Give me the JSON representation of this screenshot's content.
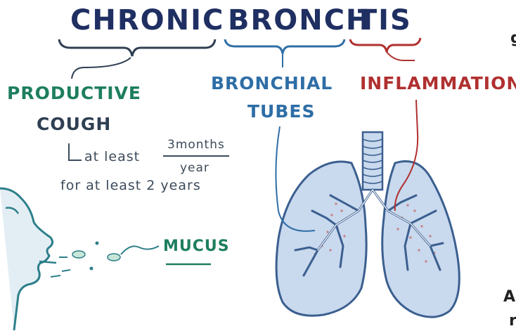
{
  "title": {
    "word1": "CHRONIC",
    "word2": "BRONCH",
    "word3": "ITIS"
  },
  "left": {
    "symptom_line1": "PRODUCTIVE",
    "symptom_line2": "COUGH",
    "duration_prefix": "at least",
    "fraction_numerator": "3months",
    "fraction_denominator": "year",
    "duration_suffix": "for at least 2 years",
    "mucus_label": "MUCUS"
  },
  "right": {
    "bronchial_line1": "BRONCHIAL",
    "bronchial_line2": "TUBES",
    "inflammation_label": "INFLAMMATION"
  },
  "edge_text": {
    "top_right": "g",
    "bottom_right1": "A",
    "bottom_right2": "r"
  },
  "colors": {
    "title_navy": "#1f2f62",
    "green": "#1e7e5f",
    "blue": "#2e6ea6",
    "red": "#b03030",
    "lung_fill": "#c9d9ee",
    "lung_stroke": "#3b5f8f",
    "face_stroke": "#2d7f8a"
  }
}
